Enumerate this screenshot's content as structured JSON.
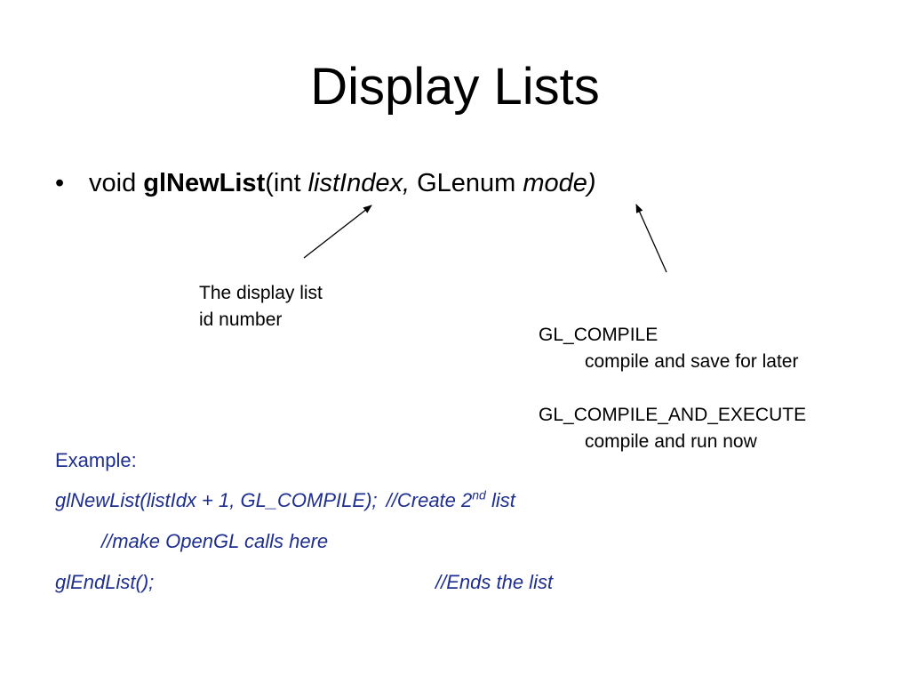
{
  "title": "Display Lists",
  "bullet": {
    "symbol": "•",
    "void": "void ",
    "function": "glNewList",
    "open": "(int ",
    "param1": "listIndex,",
    "type2": " GLenum ",
    "param2": "mode)"
  },
  "annotation_left": {
    "line1": "The display list",
    "line2": "id number"
  },
  "annotation_right": {
    "mode1": "GL_COMPILE",
    "mode1_desc": "compile and save for later",
    "mode2": "GL_COMPILE_AND_EXECUTE",
    "mode2_desc": "compile and run now"
  },
  "example": {
    "label": "Example:",
    "line1_code": "glNewList(listIdx + 1, GL_COMPILE);",
    "line1_comment_pre": "//Create 2",
    "line1_comment_sup": "nd",
    "line1_comment_post": " list",
    "line2": "//make OpenGL calls here",
    "line3_code": "glEndList();",
    "line3_comment": "//Ends the list"
  }
}
